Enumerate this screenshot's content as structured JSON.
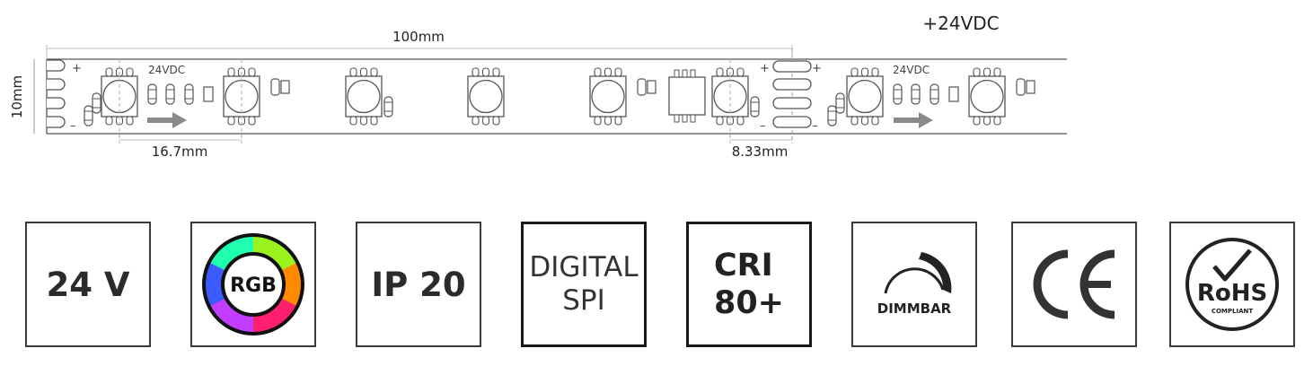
{
  "diagram": {
    "voltage_top": "+24VDC",
    "segment_length": "100mm",
    "strip_width": "10mm",
    "led_pitch": "16.7mm",
    "cut_length": "8.33mm",
    "pad_voltage": "24VDC",
    "plus_sign": "+",
    "minus_sign": "–"
  },
  "badges": {
    "voltage": "24 V",
    "rgb": "RGB",
    "ip": "IP 20",
    "digital_line1": "DIGITAL",
    "digital_line2": "SPI",
    "cri_line1": "CRI",
    "cri_line2": "80+",
    "dimmbar": "DIMMBAR",
    "ce": "CE",
    "rohs": "RoHS",
    "rohs_sub": "COMPLIANT"
  },
  "colors": {
    "line": "#555555",
    "frame": "#3a3a3a",
    "arrow": "#8a8a8a"
  },
  "icons": {
    "rgb": "color-wheel-icon",
    "dimmbar": "dimmer-arc-icon",
    "ce": "ce-mark-icon",
    "rohs": "rohs-checkmark-icon"
  }
}
